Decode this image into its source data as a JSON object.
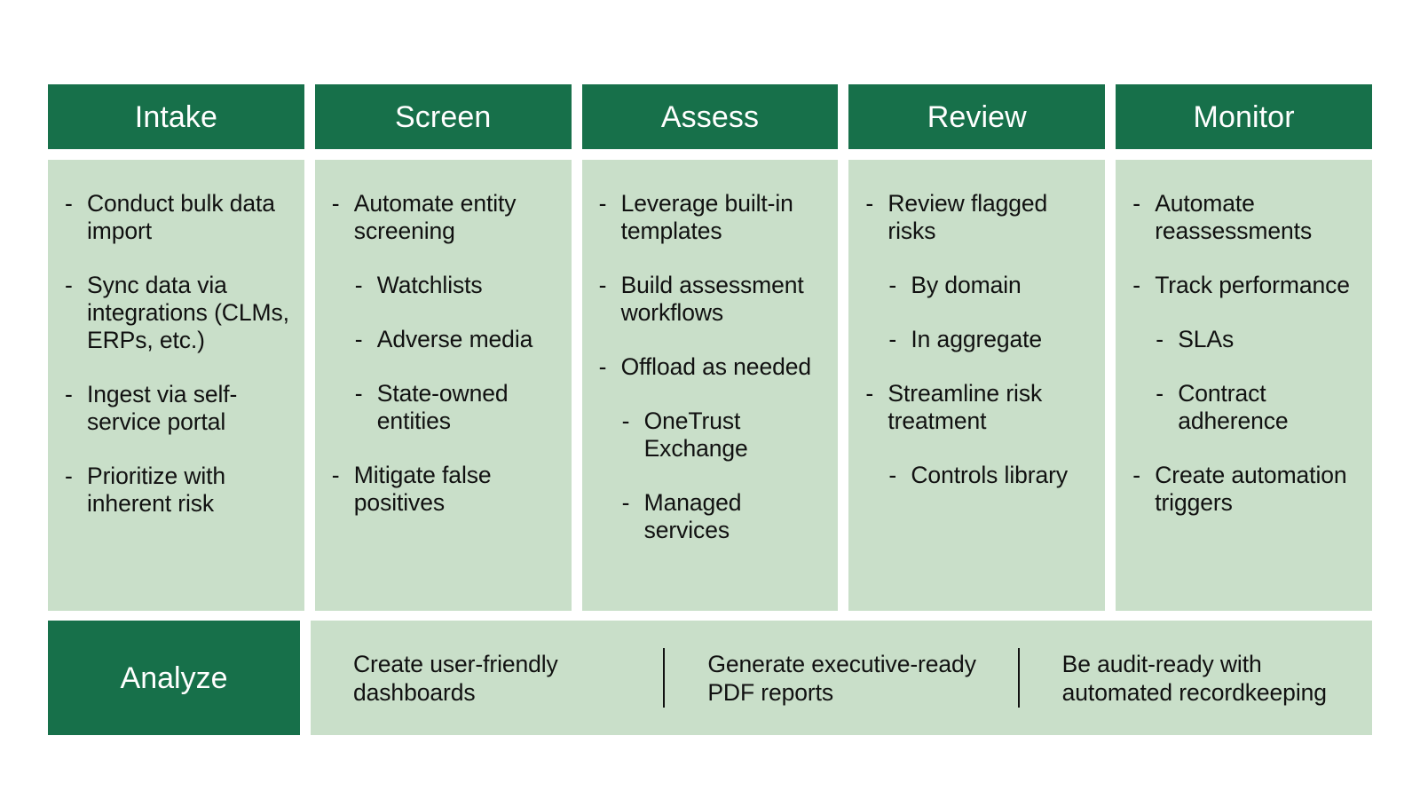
{
  "theme": {
    "header_green": "#17704A",
    "body_green": "#C9DFC9",
    "text_dark": "#111111",
    "text_light": "#FFFFFF",
    "page_background": "#FFFFFF",
    "bullet_marker": "-"
  },
  "stages": [
    {
      "title": "Intake",
      "items": [
        {
          "level": 1,
          "text": "Conduct bulk data import"
        },
        {
          "level": 1,
          "text": "Sync data via integrations (CLMs, ERPs, etc.)"
        },
        {
          "level": 1,
          "text": "Ingest via self-service portal"
        },
        {
          "level": 1,
          "text": "Prioritize with inherent risk"
        }
      ]
    },
    {
      "title": "Screen",
      "items": [
        {
          "level": 1,
          "text": "Automate entity screening"
        },
        {
          "level": 2,
          "text": "Watchlists"
        },
        {
          "level": 2,
          "text": "Adverse media"
        },
        {
          "level": 2,
          "text": "State-owned entities"
        },
        {
          "level": 1,
          "text": "Mitigate false positives"
        }
      ]
    },
    {
      "title": "Assess",
      "items": [
        {
          "level": 1,
          "text": "Leverage built-in templates"
        },
        {
          "level": 1,
          "text": "Build assessment workflows"
        },
        {
          "level": 1,
          "text": "Offload as needed"
        },
        {
          "level": 2,
          "text": "OneTrust Exchange"
        },
        {
          "level": 2,
          "text": "Managed services"
        }
      ]
    },
    {
      "title": "Review",
      "items": [
        {
          "level": 1,
          "text": "Review flagged risks"
        },
        {
          "level": 2,
          "text": "By domain"
        },
        {
          "level": 2,
          "text": "In aggregate"
        },
        {
          "level": 1,
          "text": "Streamline risk treatment"
        },
        {
          "level": 2,
          "text": "Controls library"
        }
      ]
    },
    {
      "title": "Monitor",
      "items": [
        {
          "level": 1,
          "text": "Automate reassessments"
        },
        {
          "level": 1,
          "text": "Track performance"
        },
        {
          "level": 2,
          "text": "SLAs"
        },
        {
          "level": 2,
          "text": "Contract adherence"
        },
        {
          "level": 1,
          "text": "Create automation triggers"
        }
      ]
    }
  ],
  "analyze": {
    "title": "Analyze",
    "items": [
      {
        "text": "Create user-friendly dashboards"
      },
      {
        "text": "Generate executive-ready PDF reports"
      },
      {
        "text": "Be audit-ready with automated recordkeeping"
      }
    ]
  }
}
